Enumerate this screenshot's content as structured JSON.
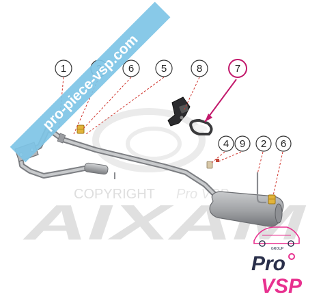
{
  "banner": {
    "text": "pro-piece-vsp.com",
    "color": "#7ec4e6"
  },
  "watermark": {
    "copyright_text": "COPYRIGHT",
    "copyright_brand": "Pro VSP",
    "aixam_text": "AIXAM",
    "color": "#dcdcdc"
  },
  "callouts": [
    {
      "id": "c1",
      "label": "1",
      "highlight": false
    },
    {
      "id": "c3",
      "label": "3",
      "highlight": false
    },
    {
      "id": "c6a",
      "label": "6",
      "highlight": false
    },
    {
      "id": "c5",
      "label": "5",
      "highlight": false
    },
    {
      "id": "c8",
      "label": "8",
      "highlight": false
    },
    {
      "id": "c7",
      "label": "7",
      "highlight": true
    },
    {
      "id": "c4",
      "label": "4",
      "highlight": false
    },
    {
      "id": "c9",
      "label": "9",
      "highlight": false
    },
    {
      "id": "c2",
      "label": "2",
      "highlight": false
    },
    {
      "id": "c6b",
      "label": "6",
      "highlight": false
    }
  ],
  "logo": {
    "group_text": "GROUP",
    "line1": "Pro",
    "line2": "VSP",
    "accent_color": "#e8318f",
    "dark_color": "#2a2f4a"
  },
  "colors": {
    "pipe": "#a9abae",
    "pipe_dark": "#7c7e82",
    "leader": "#d0342c",
    "highlight": "#c2186b",
    "brass": "#e2b43a"
  }
}
